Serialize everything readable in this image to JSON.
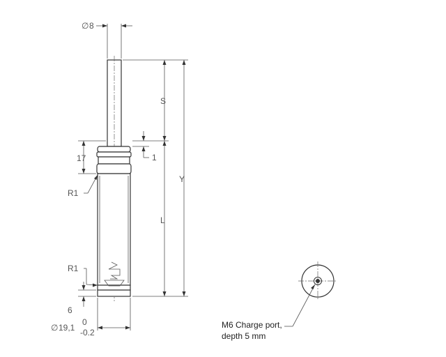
{
  "dimensions": {
    "rod_diameter": "8",
    "stroke": "S",
    "overall": "Y",
    "body_length": "L",
    "collar_height": "17",
    "collar_step": "1",
    "upper_radius": "R1",
    "lower_radius": "R1",
    "base_height": "6",
    "body_diameter": "19,1",
    "tol_upper": "0",
    "tol_lower": "-0.2"
  },
  "diameter_symbol": "∅",
  "charge_port_note": {
    "line1": "M6 Charge port,",
    "line2": "depth 5 mm"
  }
}
